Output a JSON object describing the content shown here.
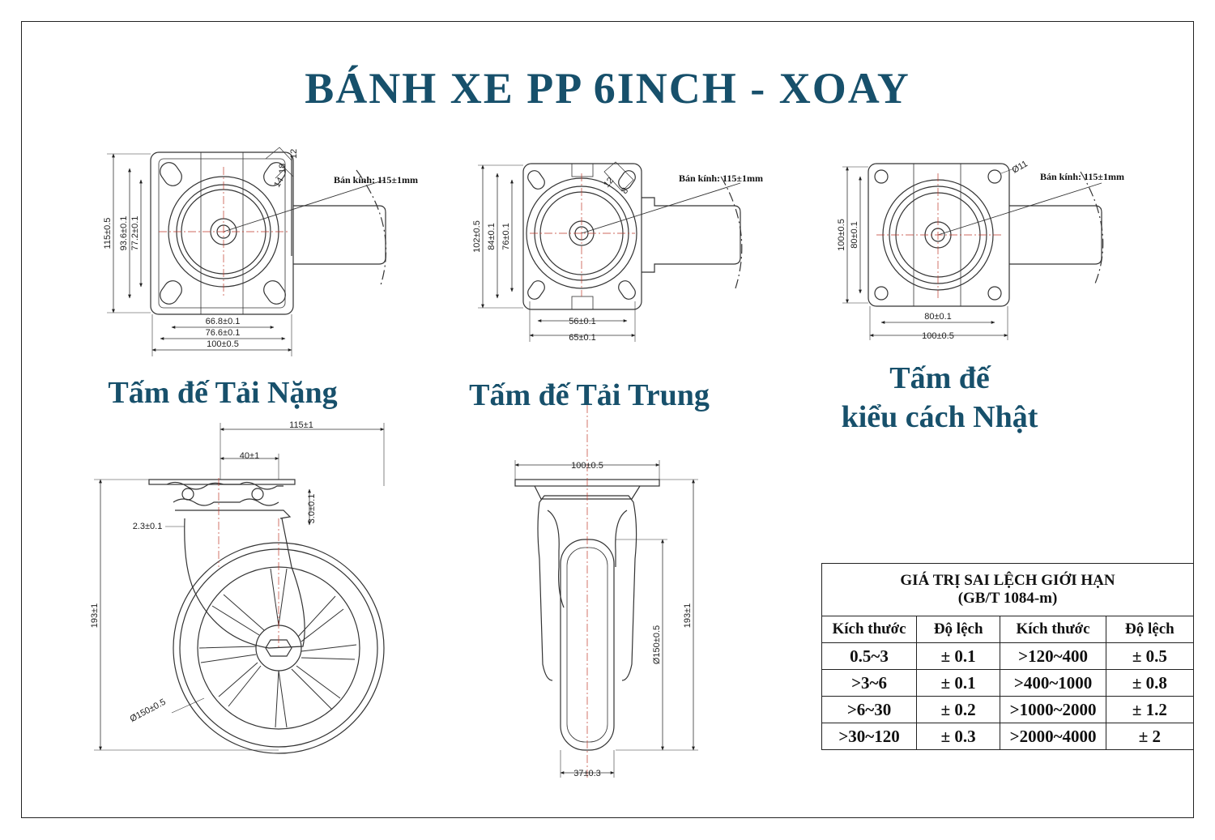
{
  "title": "BÁNH XE PP 6INCH - XOAY",
  "captions": {
    "heavy": "Tấm đế Tải Nặng",
    "medium": "Tấm đế Tải Trung",
    "japan_line1": "Tấm đế",
    "japan_line2": "kiểu cách Nhật"
  },
  "plate_heavy": {
    "radius_note": "Bán kính: 115±1mm",
    "dims": [
      "115±0.5",
      "93.6±0.1",
      "77.2±0.1",
      "66.8±0.1",
      "76.6±0.1",
      "100±0.5",
      "18",
      "14",
      "12"
    ]
  },
  "plate_medium": {
    "radius_note": "Bán kính: 115±1mm",
    "dims": [
      "102±0.5",
      "84±0.1",
      "76±0.1",
      "56±0.1",
      "65±0.1",
      "12",
      "8"
    ]
  },
  "plate_japan": {
    "radius_note": "Bán kính: 115±1mm",
    "dims": [
      "Ø11",
      "100±0.5",
      "80±0.1",
      "80±0.1",
      "100±0.5"
    ]
  },
  "side_view": {
    "dims": [
      "115±1",
      "40±1",
      "3.0±0.1",
      "2.3±0.1",
      "193±1",
      "Ø150±0.5"
    ]
  },
  "front_view": {
    "dims": [
      "100±0.5",
      "Ø150±0.5",
      "193±1",
      "37±0.3"
    ]
  },
  "tolerance_table": {
    "title_line1": "GIÁ TRỊ SAI LỆCH GIỚI HẠN",
    "title_line2": "(GB/T 1084-m)",
    "headers": [
      "Kích thước",
      "Độ lệch",
      "Kích thước",
      "Độ lệch"
    ],
    "rows": [
      [
        "0.5~3",
        "± 0.1",
        ">120~400",
        "± 0.5"
      ],
      [
        ">3~6",
        "± 0.1",
        ">400~1000",
        "± 0.8"
      ],
      [
        ">6~30",
        "± 0.2",
        ">1000~2000",
        "± 1.2"
      ],
      [
        ">30~120",
        "± 0.3",
        ">2000~4000",
        "±  2"
      ]
    ]
  }
}
